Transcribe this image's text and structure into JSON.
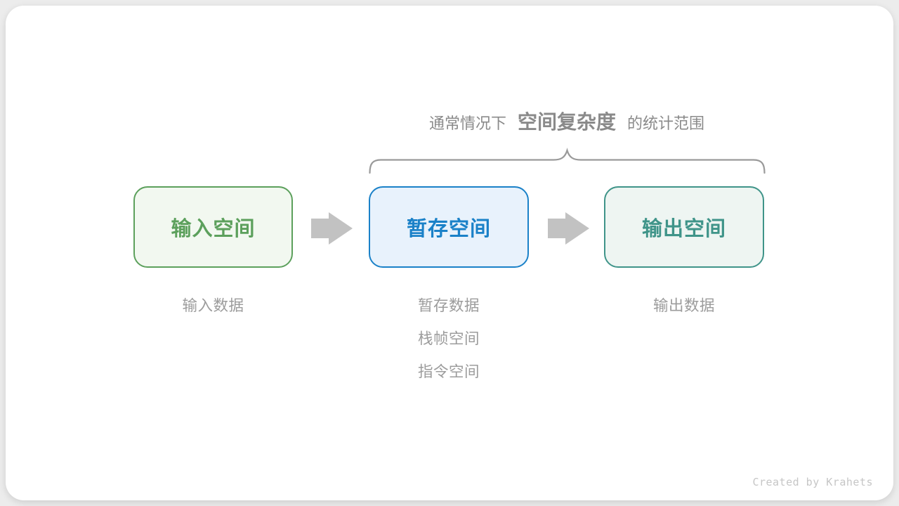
{
  "colors": {
    "page_bg": "#ececec",
    "card_bg": "#ffffff",
    "green": "#5ca05c",
    "green_bg": "#f2f8f0",
    "blue": "#1a81c8",
    "blue_bg": "#e8f2fc",
    "teal": "#3f9489",
    "teal_bg": "#eef5f2",
    "arrow": "#c2c2c2",
    "gray_text": "#8a8a8a",
    "note_text": "#9c9c9c",
    "brace": "#9a9a9a",
    "watermark": "#c6c6c6"
  },
  "title": {
    "prefix": "通常情况下",
    "highlight": "空间复杂度",
    "suffix": "的统计范围"
  },
  "boxes": [
    {
      "label": "输入空间"
    },
    {
      "label": "暂存空间"
    },
    {
      "label": "输出空间"
    }
  ],
  "annotations": {
    "input": [
      "输入数据"
    ],
    "buffer": [
      "暂存数据",
      "栈帧空间",
      "指令空间"
    ],
    "output": [
      "输出数据"
    ]
  },
  "footer": {
    "credit": "Created by Krahets"
  }
}
